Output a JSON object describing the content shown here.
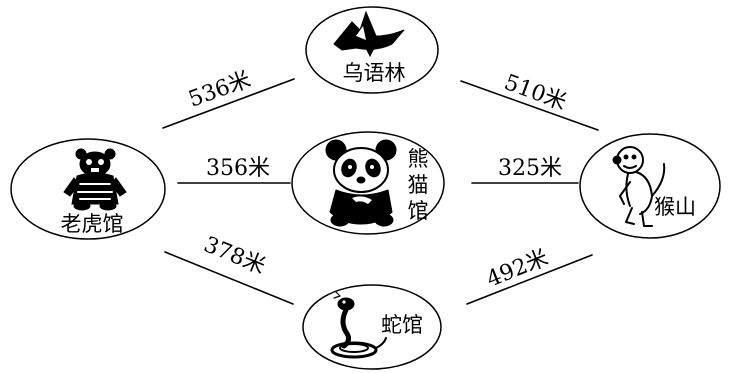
{
  "nodes": {
    "tiger": {
      "label": "老虎馆",
      "icon": "tiger-icon"
    },
    "bird": {
      "label": "乌语林",
      "icon": "bird-icon"
    },
    "panda": {
      "label": [
        "熊",
        "猫",
        "馆"
      ],
      "icon": "panda-icon"
    },
    "monkey": {
      "label": "猴山",
      "icon": "monkey-icon"
    },
    "snake": {
      "label": "蛇馆",
      "icon": "snake-icon"
    }
  },
  "routes": [
    {
      "from": "老虎馆",
      "to": "乌语林",
      "distance": "536米"
    },
    {
      "from": "老虎馆",
      "to": "熊猫馆",
      "distance": "356米"
    },
    {
      "from": "老虎馆",
      "to": "蛇馆",
      "distance": "378米"
    },
    {
      "from": "乌语林",
      "to": "猴山",
      "distance": "510米"
    },
    {
      "from": "熊猫馆",
      "to": "猴山",
      "distance": "325米"
    },
    {
      "from": "蛇馆",
      "to": "猴山",
      "distance": "492米"
    }
  ],
  "colors": {
    "ink": "#000000",
    "background": "#ffffff"
  }
}
